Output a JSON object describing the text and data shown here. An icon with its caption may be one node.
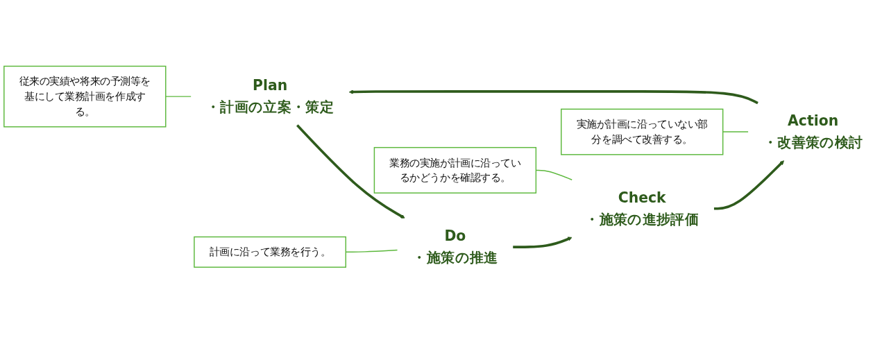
{
  "diagram": {
    "nodes": [
      {
        "text": [
          "従来の実績や将来の予測等を基にして業務計画を作成する。"
        ]
      },
      {
        "text": [
          "Plan"
        ],
        "beside": [
          "・計画の立案・策定"
        ]
      },
      {
        "text": [
          "Do"
        ],
        "beside": [
          "・施策の推進"
        ]
      },
      {
        "text": [
          "計画に沿って業務を行う。"
        ]
      },
      {
        "text": [
          "Action"
        ],
        "beside": [
          "・改善策の検討"
        ]
      },
      {
        "text": [
          "Check"
        ],
        "beside": [
          "・施策の進捗評価"
        ]
      },
      {
        "text": [
          "実施が計画に沿っていない部分を調べて改善する。"
        ]
      },
      {
        "text": [
          "業務の実施が計画に沿っているかどうかを確認する。"
        ]
      }
    ],
    "edges": [
      {
        "from": 1,
        "to": 2,
        "arrow": "to",
        "style": "thick"
      },
      {
        "from": 2,
        "to": 5,
        "arrow": "to",
        "style": "thick"
      },
      {
        "from": 5,
        "to": 4,
        "arrow": "to",
        "style": "thick"
      },
      {
        "from": 4,
        "to": 1,
        "arrow": "to",
        "style": "thick"
      },
      {
        "from": 0,
        "to": 1,
        "arrow": "none",
        "color": "#5cb83c"
      },
      {
        "from": 3,
        "to": 2,
        "arrow": "none",
        "color": "#5cb83c"
      },
      {
        "from": 6,
        "to": 4,
        "arrow": "none",
        "color": "#5cb83c"
      },
      {
        "from": 7,
        "to": 5,
        "arrow": "none",
        "color": "#5cb83c"
      }
    ]
  }
}
